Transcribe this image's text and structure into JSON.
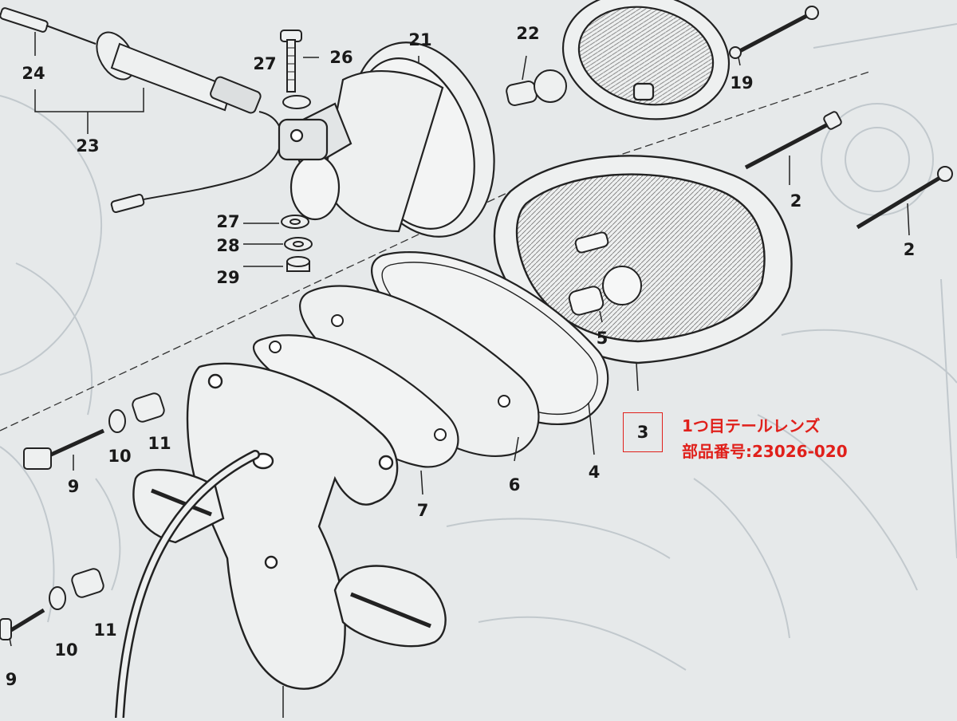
{
  "labels": {
    "p2a": "2",
    "p2b": "2",
    "p4": "4",
    "p5": "5",
    "p6": "6",
    "p7": "7",
    "p9a": "9",
    "p9b": "9",
    "p10a": "10",
    "p10b": "10",
    "p11a": "11",
    "p11b": "11",
    "p19": "19",
    "p21": "21",
    "p22": "22",
    "p23": "23",
    "p24": "24",
    "p26": "26",
    "p27a": "27",
    "p27b": "27",
    "p28": "28",
    "p29": "29"
  },
  "callout": {
    "number": "3",
    "line1": "1つ目テールレンズ",
    "line2": "部品番号:23026-020",
    "color": "#e0201b"
  }
}
